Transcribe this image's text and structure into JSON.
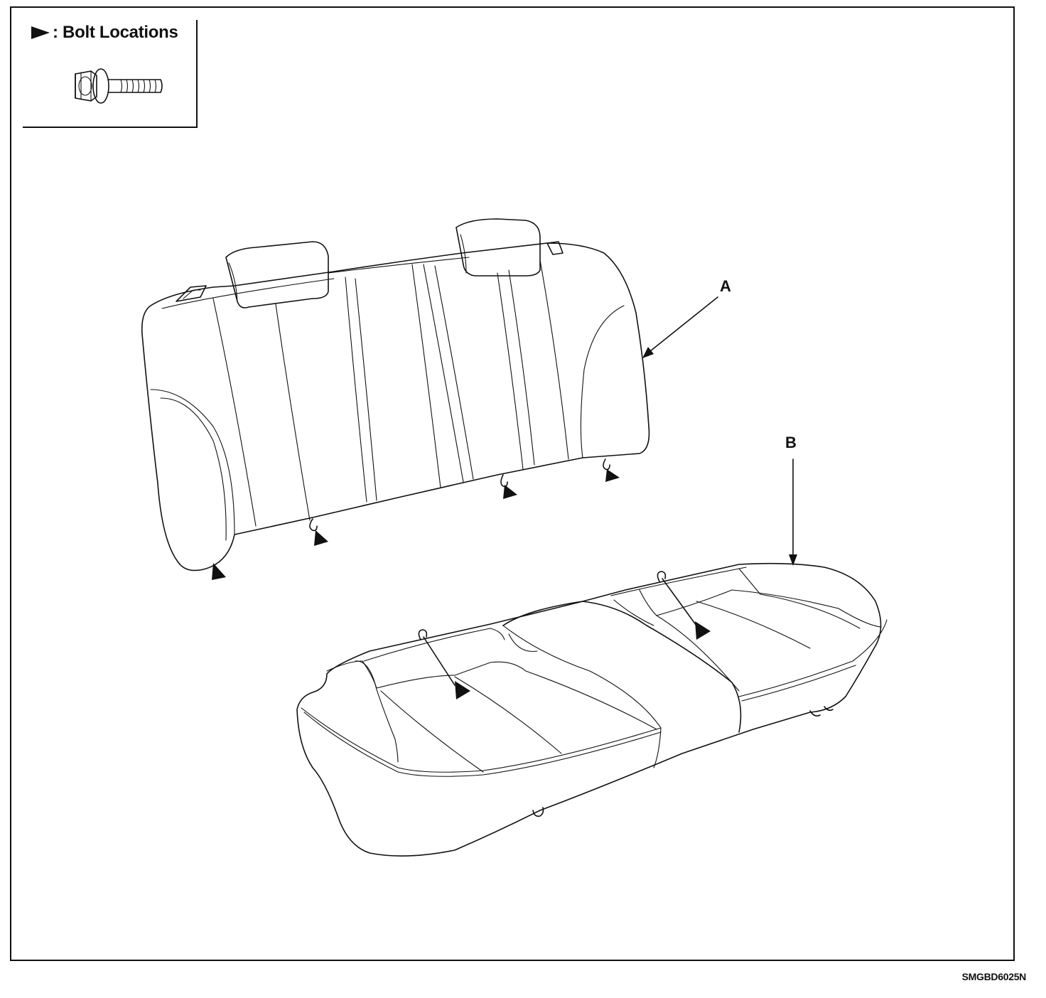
{
  "legend": {
    "text": ": Bolt Locations",
    "icon": "bolt-icon",
    "marker_icon": "black-triangle-marker"
  },
  "callouts": {
    "a": "A",
    "b": "B"
  },
  "parts": [
    {
      "key": "a",
      "icon": "rear-seat-back-icon"
    },
    {
      "key": "b",
      "icon": "rear-seat-cushion-icon"
    }
  ],
  "figure_id": "SMGBD6025N",
  "colors": {
    "line": "#111111",
    "background": "#ffffff"
  }
}
